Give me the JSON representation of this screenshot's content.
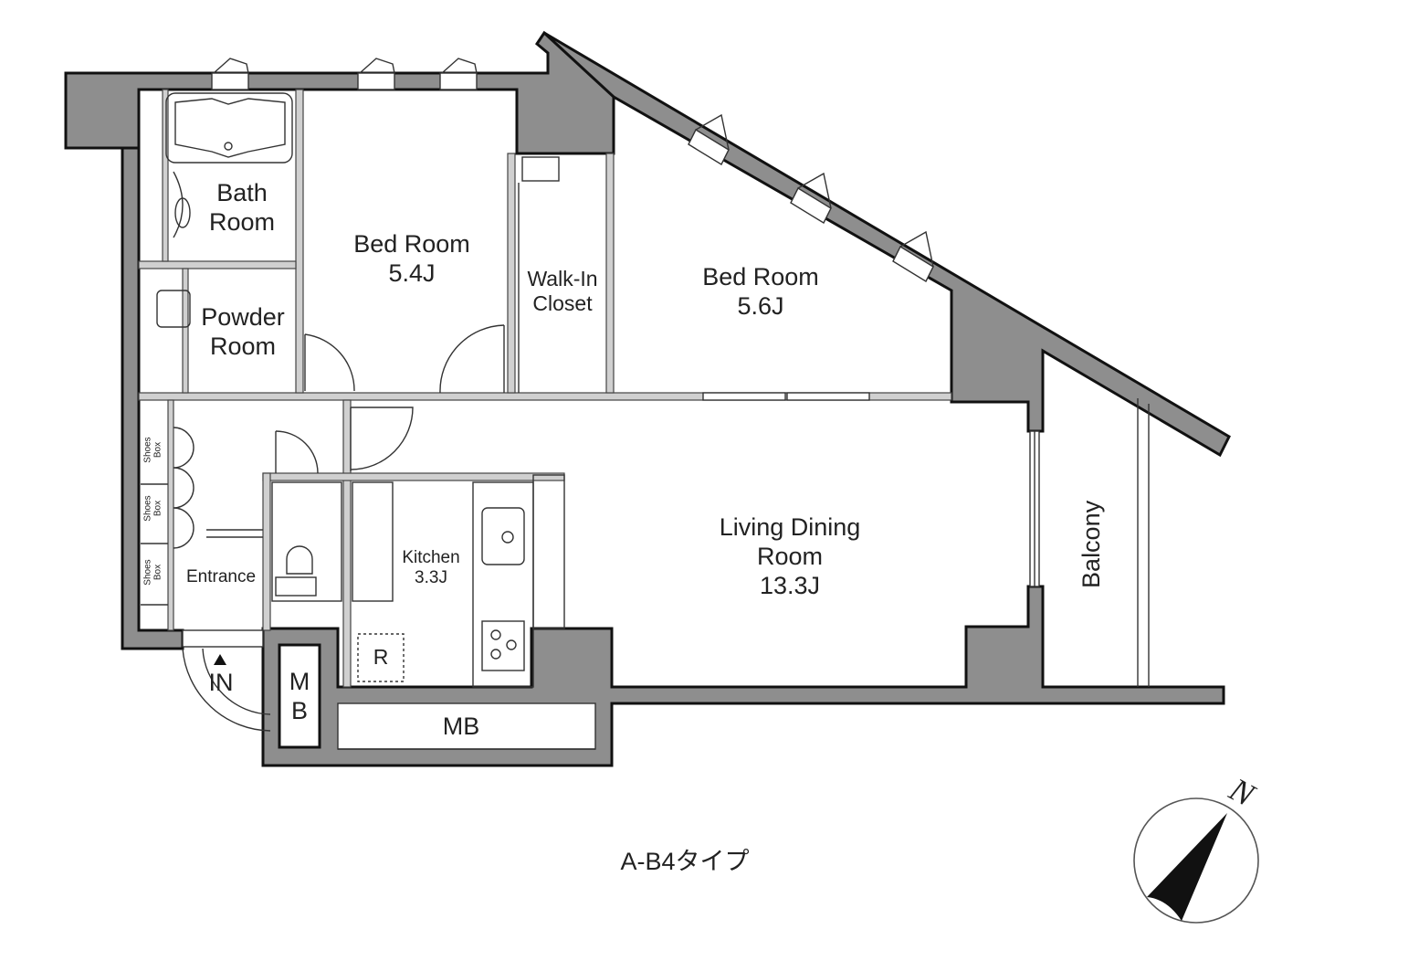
{
  "plan": {
    "type_label": "A-B4タイプ",
    "north_label": "N",
    "colors": {
      "wall": "#8e8e8e",
      "partition": "#d0d0d0",
      "line": "#333333",
      "background": "#ffffff"
    }
  },
  "rooms": {
    "bath": {
      "name_l1": "Bath",
      "name_l2": "Room"
    },
    "powder": {
      "name_l1": "Powder",
      "name_l2": "Room"
    },
    "bed1": {
      "name": "Bed Room",
      "size": "5.4J"
    },
    "wic": {
      "name_l1": "Walk-In",
      "name_l2": "Closet"
    },
    "bed2": {
      "name": "Bed Room",
      "size": "5.6J"
    },
    "ldk": {
      "name_l1": "Living Dining",
      "name_l2": "Room",
      "size": "13.3J"
    },
    "kitchen": {
      "name": "Kitchen",
      "size": "3.3J"
    },
    "entrance": {
      "name": "Entrance",
      "in_label": "IN"
    },
    "balcony": {
      "name": "Balcony"
    },
    "shoes_boxes": [
      {
        "l1": "Shoes",
        "l2": "Box"
      },
      {
        "l1": "Shoes",
        "l2": "Box"
      },
      {
        "l1": "Shoes",
        "l2": "Box"
      }
    ],
    "fridge": {
      "label": "R"
    },
    "meter_box_small": {
      "l1": "M",
      "l2": "B"
    },
    "meter_box_large": {
      "label": "MB"
    }
  }
}
